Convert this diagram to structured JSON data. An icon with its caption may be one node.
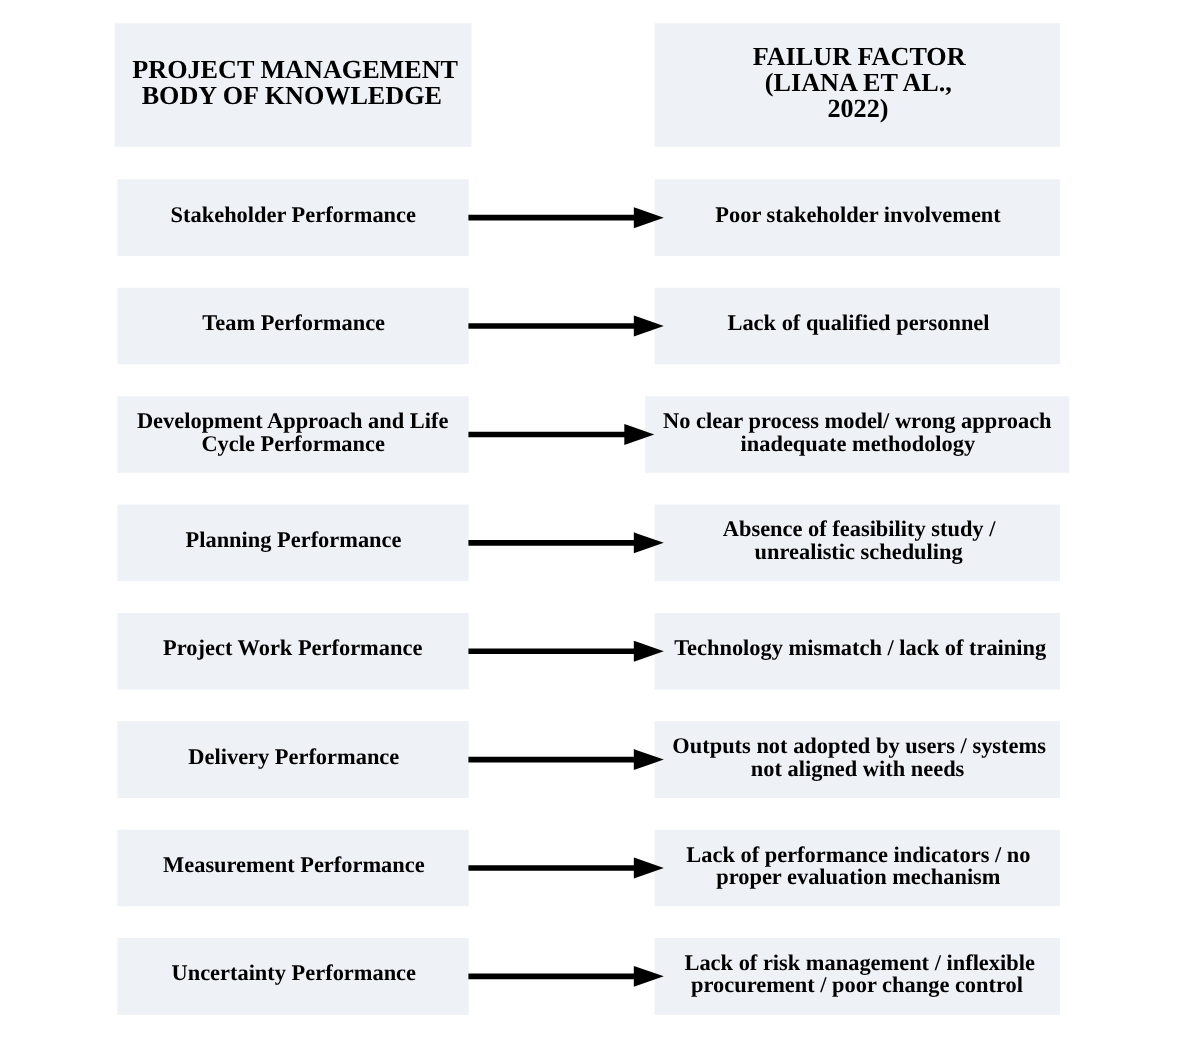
{
  "diagram": {
    "nodes": [
      {
        "text": [
          "PROJECT MANAGEMENT BODY OF KNOWLEDGE"
        ]
      },
      {
        "text": [
          "FAILUR FACTOR (LIANA ET AL., 2022)"
        ]
      },
      {
        "text": [
          "Stakeholder Performance"
        ]
      },
      {
        "text": [
          "Team Performance"
        ]
      },
      {
        "text": [
          "Development Approach and Life Cycle Performance"
        ]
      },
      {
        "text": [
          "Planning Performance"
        ]
      },
      {
        "text": [
          "Project Work Performance"
        ]
      },
      {
        "text": [
          "Delivery Performance"
        ]
      },
      {
        "text": [
          "Measurement Performance"
        ]
      },
      {
        "text": [
          "Uncertainty Performance"
        ]
      },
      {
        "text": [
          "Poor stakeholder involvement"
        ]
      },
      {
        "text": [
          "Lack of qualified personnel"
        ]
      },
      {
        "text": [
          "No clear process model/ wrong approach inadequate methodology"
        ]
      },
      {
        "text": [
          "Absence of feasibility study / unrealistic scheduling"
        ]
      },
      {
        "text": [
          "Technology mismatch / lack of training"
        ]
      },
      {
        "text": [
          "Outputs not adopted by users / systems not aligned with needs"
        ]
      },
      {
        "text": [
          "Lack of performance indicators / no proper evaluation mechanism"
        ]
      },
      {
        "text": [
          "Lack of risk management / inflexible procurement / poor change control"
        ]
      }
    ],
    "edges": [
      {
        "from": 2,
        "to": 10,
        "arrow": "to"
      },
      {
        "from": 3,
        "to": 11,
        "arrow": "to"
      },
      {
        "from": 4,
        "to": 12,
        "arrow": "to"
      },
      {
        "from": 5,
        "to": 13,
        "arrow": "to"
      },
      {
        "from": 6,
        "to": 14,
        "arrow": "to"
      },
      {
        "from": 7,
        "to": 15,
        "arrow": "to"
      },
      {
        "from": 8,
        "to": 16,
        "arrow": "to"
      },
      {
        "from": 9,
        "to": 17,
        "arrow": "to"
      }
    ]
  }
}
